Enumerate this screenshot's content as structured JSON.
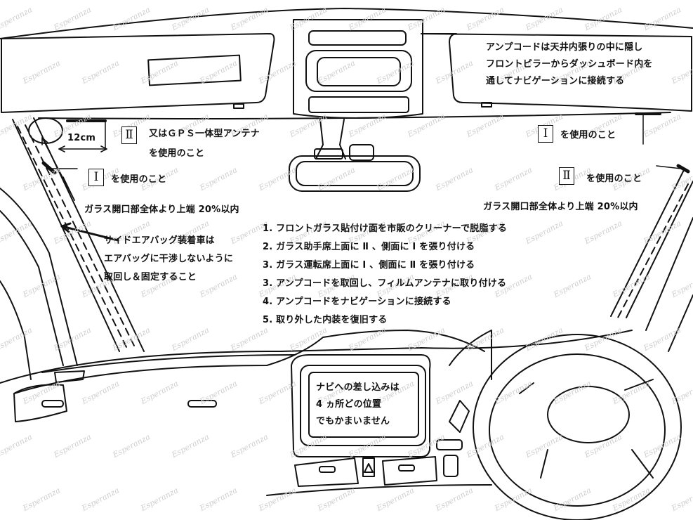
{
  "watermark": "Esperanza",
  "distance_label": "12cm",
  "markers": {
    "left_top": "Ⅱ",
    "left_bottom": "Ⅰ",
    "right_top": "Ⅰ",
    "right_bottom": "Ⅱ"
  },
  "labels": {
    "left_top_line1": "又はＧＰＳ一体型アンテナ",
    "left_top_line2": "を使用のこと",
    "left_bottom": "を使用のこと",
    "right_top": "を使用のこと",
    "right_bottom": "を使用のこと",
    "glass_left": "ガラス開口部全体より上端 20%以内",
    "glass_right": "ガラス開口部全体より上端 20%以内"
  },
  "amp_note": [
    "アンプコードは天井内張りの中に隠し",
    "フロントピラーからダッシュボード内を",
    "通してナビゲーションに接続する"
  ],
  "airbag_note": [
    "サイドエアバッグ装着車は",
    "エアバッグに干渉しないように",
    "取回し＆固定すること"
  ],
  "steps": [
    "1. フロントガラス貼付け面を市販のクリーナーで脱脂する",
    "2. ガラス助手席上面に Ⅱ 、側面に Ⅰ を張り付ける",
    "3. ガラス運転席上面に Ⅰ 、側面に Ⅱ を張り付ける",
    "3. アンプコードを取回し、フィルムアンテナに取り付ける",
    "4. アンプコードをナビゲーションに接続する",
    "5. 取り外した内装を復旧する"
  ],
  "navi_note": [
    "ナビへの差し込みは",
    "4 ヵ所どの位置",
    "でもかまいません"
  ]
}
